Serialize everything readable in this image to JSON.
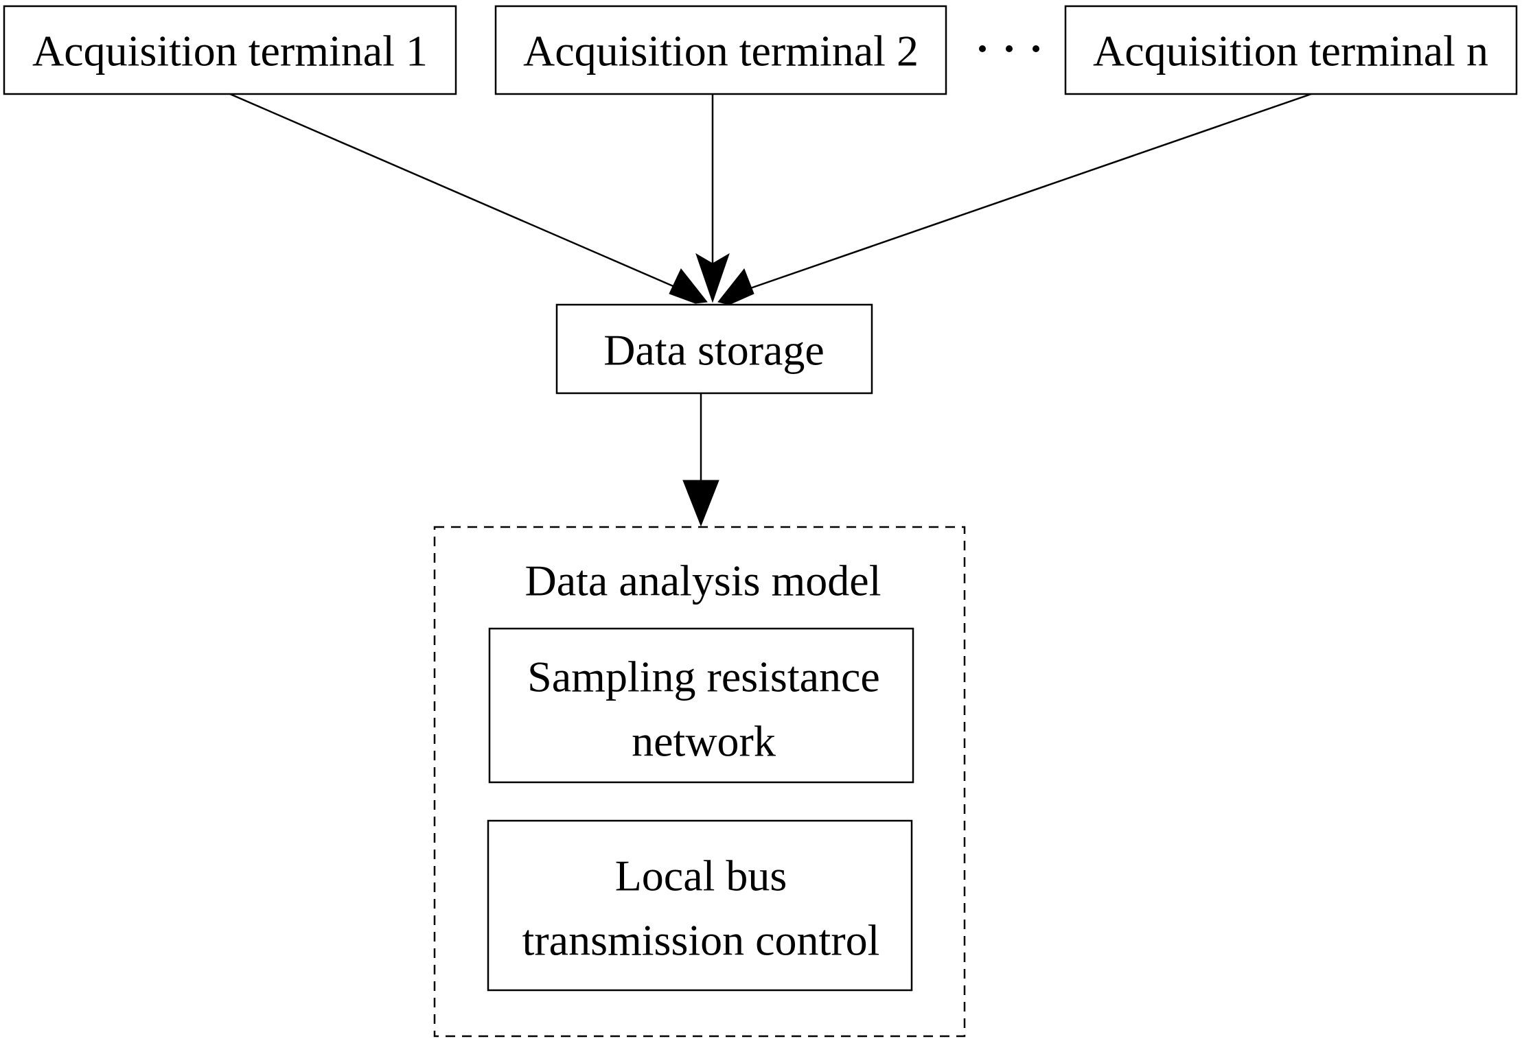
{
  "nodes": {
    "terminal_1": "Acquisition terminal 1",
    "terminal_2": "Acquisition terminal 2",
    "terminal_n": "Acquisition terminal n",
    "data_storage": "Data storage",
    "sampling_line1": "Sampling resistance",
    "sampling_line2": "network",
    "local_bus_line1": "Local bus",
    "local_bus_line2": "transmission control"
  },
  "group": {
    "title": "Data analysis model"
  },
  "edges": [
    {
      "from": "terminal_1",
      "to": "data_storage"
    },
    {
      "from": "terminal_2",
      "to": "data_storage"
    },
    {
      "from": "terminal_n",
      "to": "data_storage"
    },
    {
      "from": "data_storage",
      "to": "data_analysis_model"
    }
  ]
}
